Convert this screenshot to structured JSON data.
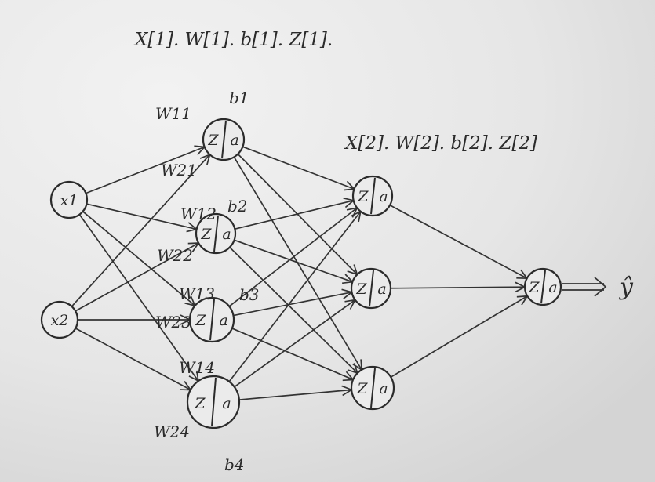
{
  "layer1_header": "X[1]. W[1]. b[1]. Z[1].",
  "layer2_header": "X[2]. W[2]. b[2]. Z[2]",
  "inputs": [
    "x1",
    "x2"
  ],
  "hidden1": [
    {
      "z": "Z",
      "a": "a",
      "bias": "b1"
    },
    {
      "z": "Z",
      "a": "a",
      "bias": "b2"
    },
    {
      "z": "Z",
      "a": "a",
      "bias": "b3"
    },
    {
      "z": "Z",
      "a": "a",
      "bias": "b4"
    }
  ],
  "hidden2": [
    {
      "z": "Z",
      "a": "a"
    },
    {
      "z": "Z",
      "a": "a"
    },
    {
      "z": "Z",
      "a": "a"
    }
  ],
  "output_node": {
    "z": "Z",
    "a": "a"
  },
  "output_label": "ŷ",
  "weights": {
    "w11": "W11",
    "w21": "W21",
    "w12": "W12",
    "w22": "W22",
    "w13": "W13",
    "w23": "W23",
    "w14": "W14",
    "w24": "W24"
  }
}
